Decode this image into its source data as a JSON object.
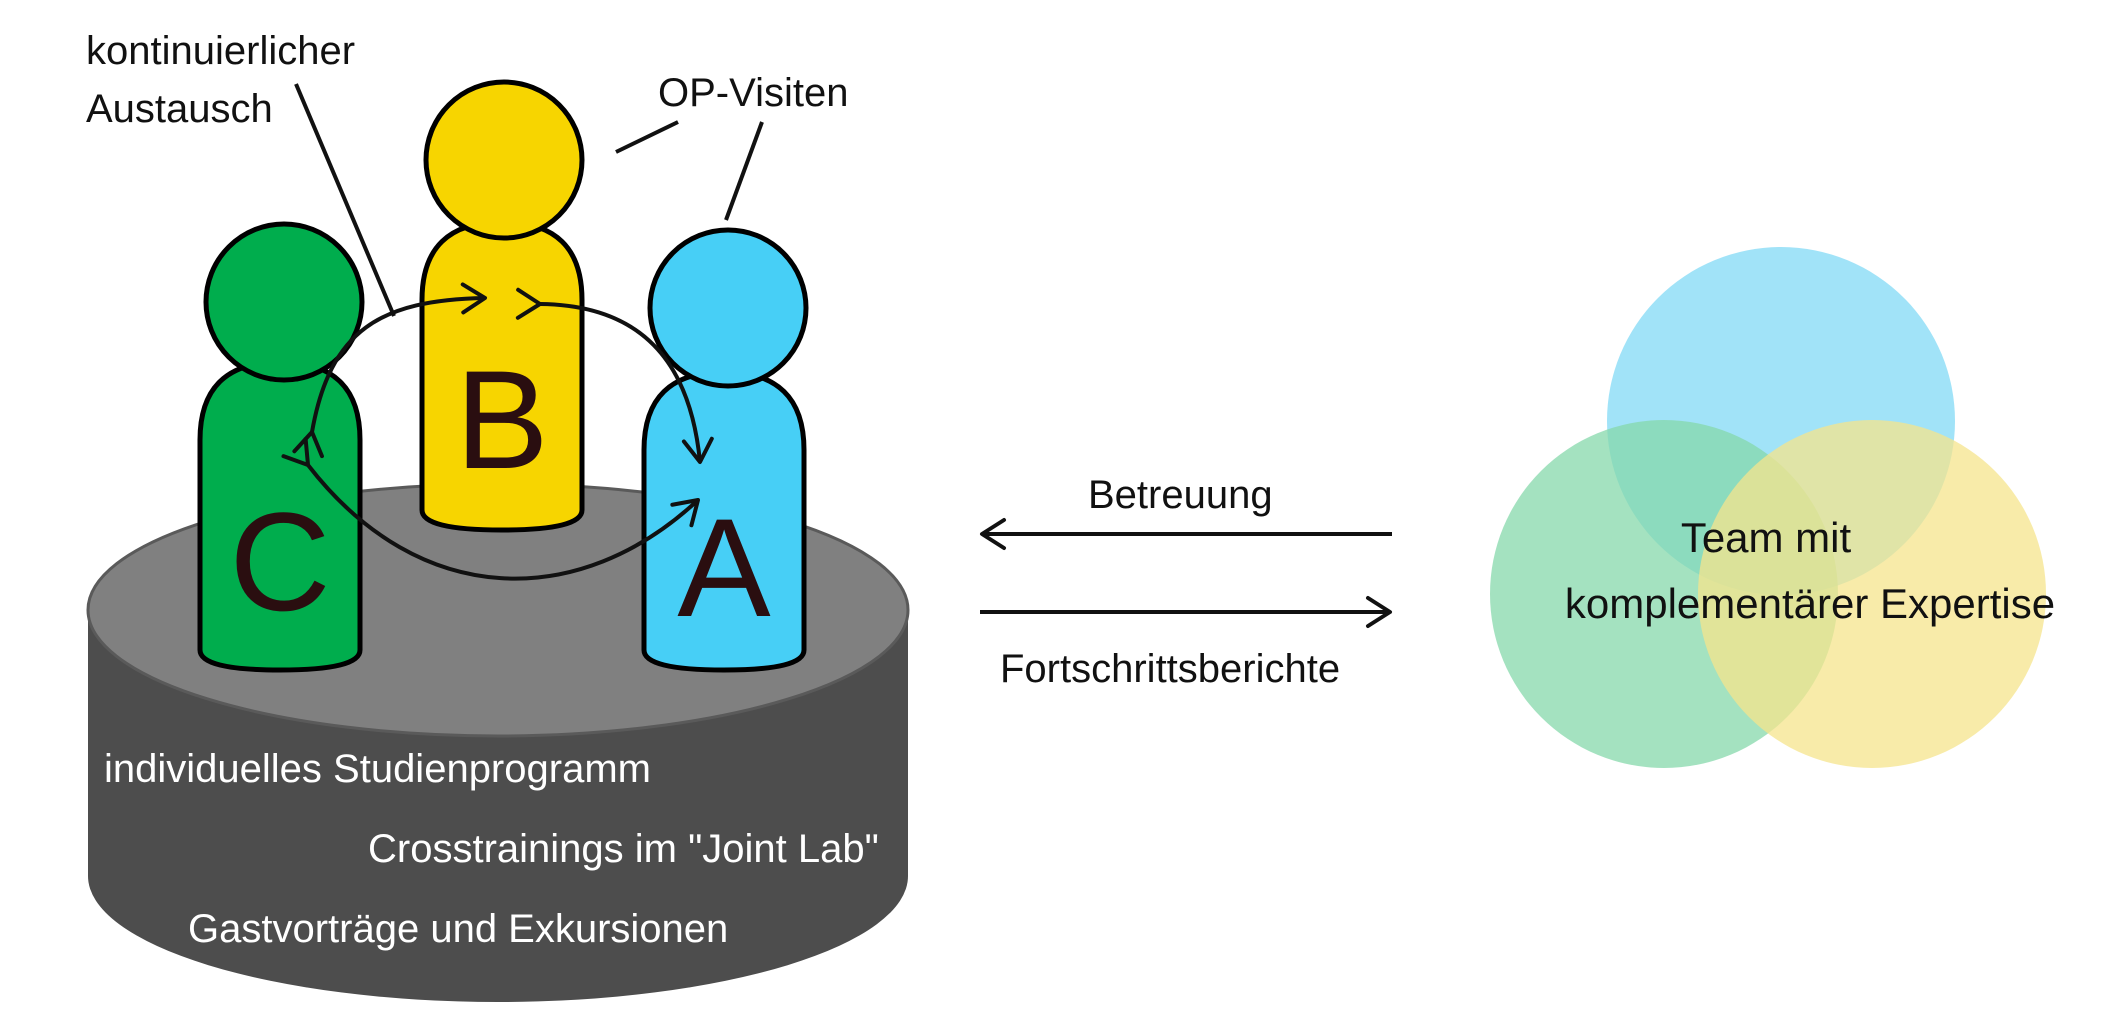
{
  "annotations": {
    "exchange": [
      "kontinuierlicher",
      "Austausch"
    ],
    "op_visits": "OP-Visiten"
  },
  "figures": [
    {
      "letter": "B",
      "color": "#f7d500"
    },
    {
      "letter": "C",
      "color": "#00ad4d"
    },
    {
      "letter": "A",
      "color": "#47cff6"
    }
  ],
  "platform": {
    "lines": [
      "individuelles Studienprogramm",
      "Crosstrainings im \"Joint Lab\"",
      "Gastvorträge und Exkursionen"
    ],
    "top_color": "#808080",
    "side_color": "#4d4d4d"
  },
  "arrows": {
    "left_label": "Betreuung",
    "right_label": "Fortschrittsberichte"
  },
  "venn": {
    "label": [
      "Team mit",
      "komplementärer Expertise"
    ],
    "colors": [
      "#8adcf6",
      "#86d8ab",
      "#f5e48c"
    ]
  }
}
